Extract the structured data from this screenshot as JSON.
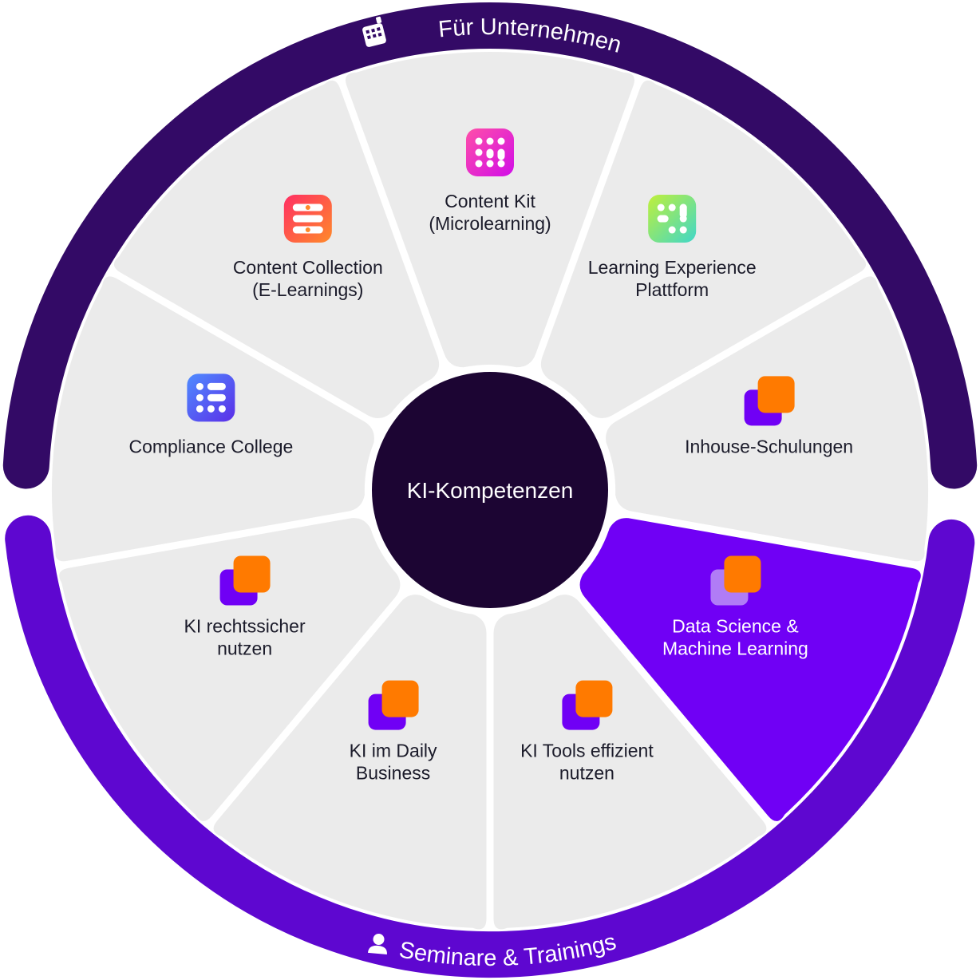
{
  "center": {
    "label": "KI-Kompetenzen"
  },
  "rings": {
    "top": {
      "label": "Für Unternehmen",
      "icon": "building-icon",
      "color": "#330a66"
    },
    "bottom": {
      "label": "Seminare & Trainings",
      "icon": "person-icon",
      "color": "#5e07d0"
    }
  },
  "colors": {
    "segment": "#ebebeb",
    "active_segment": "#7000f5",
    "center": "#1c0533",
    "orange": "#ff7a00",
    "purple": "#7000f5",
    "lilac": "#b07cf6"
  },
  "segments": [
    {
      "id": "content-kit",
      "lines": [
        "Content Kit",
        "(Microlearning)"
      ],
      "icon": "content-kit-app-icon",
      "gradient": [
        "#ff4fa8",
        "#d10de8"
      ]
    },
    {
      "id": "learning-experience-plattform",
      "lines": [
        "Learning Experience",
        "Plattform"
      ],
      "icon": "lxp-app-icon",
      "gradient": [
        "#c0f03a",
        "#3fd7c9"
      ]
    },
    {
      "id": "inhouse-schulungen",
      "lines": [
        "Inhouse-Schulungen"
      ],
      "icon": "training-squares-icon"
    },
    {
      "id": "data-science-machine-learning",
      "lines": [
        "Data Science &",
        "Machine Learning"
      ],
      "icon": "training-squares-icon",
      "active": true
    },
    {
      "id": "ki-tools-effizient-nutzen",
      "lines": [
        "KI Tools effizient",
        "nutzen"
      ],
      "icon": "training-squares-icon"
    },
    {
      "id": "ki-im-daily-business",
      "lines": [
        "KI im Daily",
        "Business"
      ],
      "icon": "training-squares-icon"
    },
    {
      "id": "ki-rechtssicher-nutzen",
      "lines": [
        "KI rechtssicher",
        "nutzen"
      ],
      "icon": "training-squares-icon"
    },
    {
      "id": "compliance-college",
      "lines": [
        "Compliance College"
      ],
      "icon": "compliance-app-icon",
      "gradient": [
        "#4f8cff",
        "#5b2ee8"
      ]
    },
    {
      "id": "content-collection",
      "lines": [
        "Content Collection",
        "(E-Learnings)"
      ],
      "icon": "content-collection-app-icon",
      "gradient": [
        "#ff2e63",
        "#ff8a2a"
      ]
    }
  ]
}
